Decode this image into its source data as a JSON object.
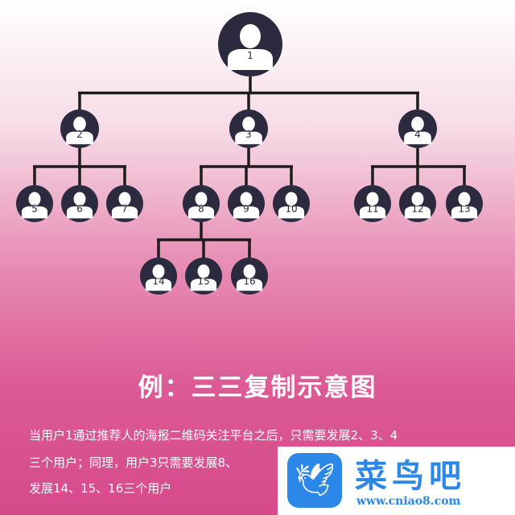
{
  "tree": {
    "nodes": [
      {
        "id": "1",
        "parent": null
      },
      {
        "id": "2",
        "parent": "1"
      },
      {
        "id": "3",
        "parent": "1"
      },
      {
        "id": "4",
        "parent": "1"
      },
      {
        "id": "5",
        "parent": "2"
      },
      {
        "id": "6",
        "parent": "2"
      },
      {
        "id": "7",
        "parent": "2"
      },
      {
        "id": "8",
        "parent": "3"
      },
      {
        "id": "9",
        "parent": "3"
      },
      {
        "id": "10",
        "parent": "3"
      },
      {
        "id": "11",
        "parent": "4"
      },
      {
        "id": "12",
        "parent": "4"
      },
      {
        "id": "13",
        "parent": "4"
      },
      {
        "id": "14",
        "parent": "8"
      },
      {
        "id": "15",
        "parent": "8"
      },
      {
        "id": "16",
        "parent": "8"
      }
    ],
    "node_color": "#2b2a3f",
    "line_color": "#1c1c1c"
  },
  "title": "例：三三复制示意图",
  "description": [
    "当用户1通过推荐人的海报二维码关注平台之后，只需要发展2、3、4",
    "三个用户；同理，用户3只需要发展8、",
    "发展14、15、16三个用户"
  ],
  "watermark": {
    "name": "菜鸟吧",
    "url": "www.cniao8.com"
  }
}
